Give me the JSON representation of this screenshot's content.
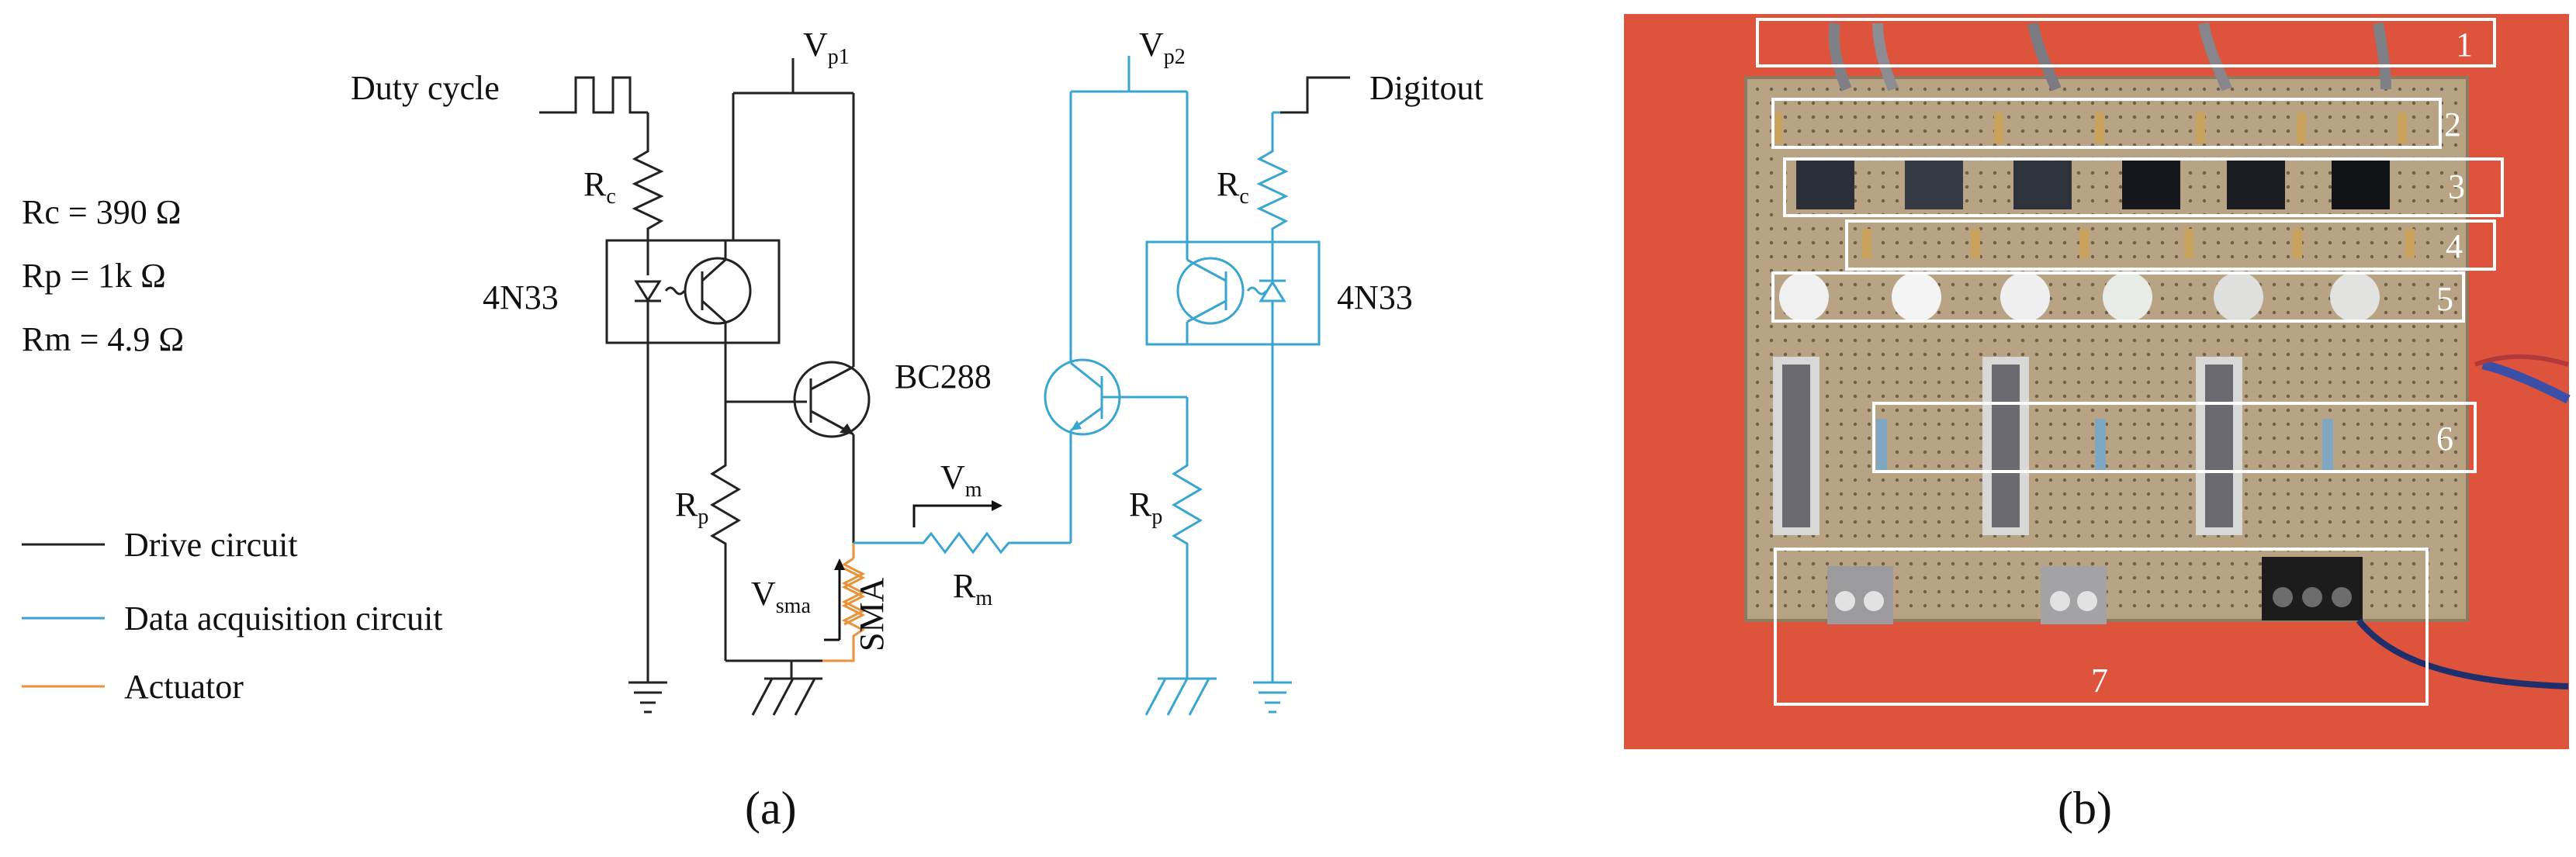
{
  "figure": {
    "panel_a_label": "(a)",
    "panel_b_label": "(b)"
  },
  "circuit": {
    "params": [
      "Rc = 390 Ω",
      "Rp = 1k Ω",
      "Rm = 4.9 Ω"
    ],
    "supply1": "V",
    "supply1_sub": "p1",
    "supply2": "V",
    "supply2_sub": "p2",
    "duty_cycle": "Duty cycle",
    "digitout": "Digitout",
    "rc_main": "R",
    "rc_sub": "c",
    "rp_main": "R",
    "rp_sub": "p",
    "rm_main": "R",
    "rm_sub": "m",
    "vm_main": "V",
    "vm_sub": "m",
    "vsma_main": "V",
    "vsma_sub": "sma",
    "optocoupler": "4N33",
    "transistor": "BC288",
    "sma": "SMA"
  },
  "legend": [
    {
      "label": "Drive circuit",
      "color": "#222222"
    },
    {
      "label": "Data acquisition circuit",
      "color": "#3aa6cf"
    },
    {
      "label": "Actuator",
      "color": "#e8923a"
    }
  ],
  "photo": {
    "background_color": "#e0553d",
    "board_color": "#b9a486",
    "box_labels": [
      "1",
      "2",
      "3",
      "4",
      "5",
      "6",
      "7"
    ]
  }
}
